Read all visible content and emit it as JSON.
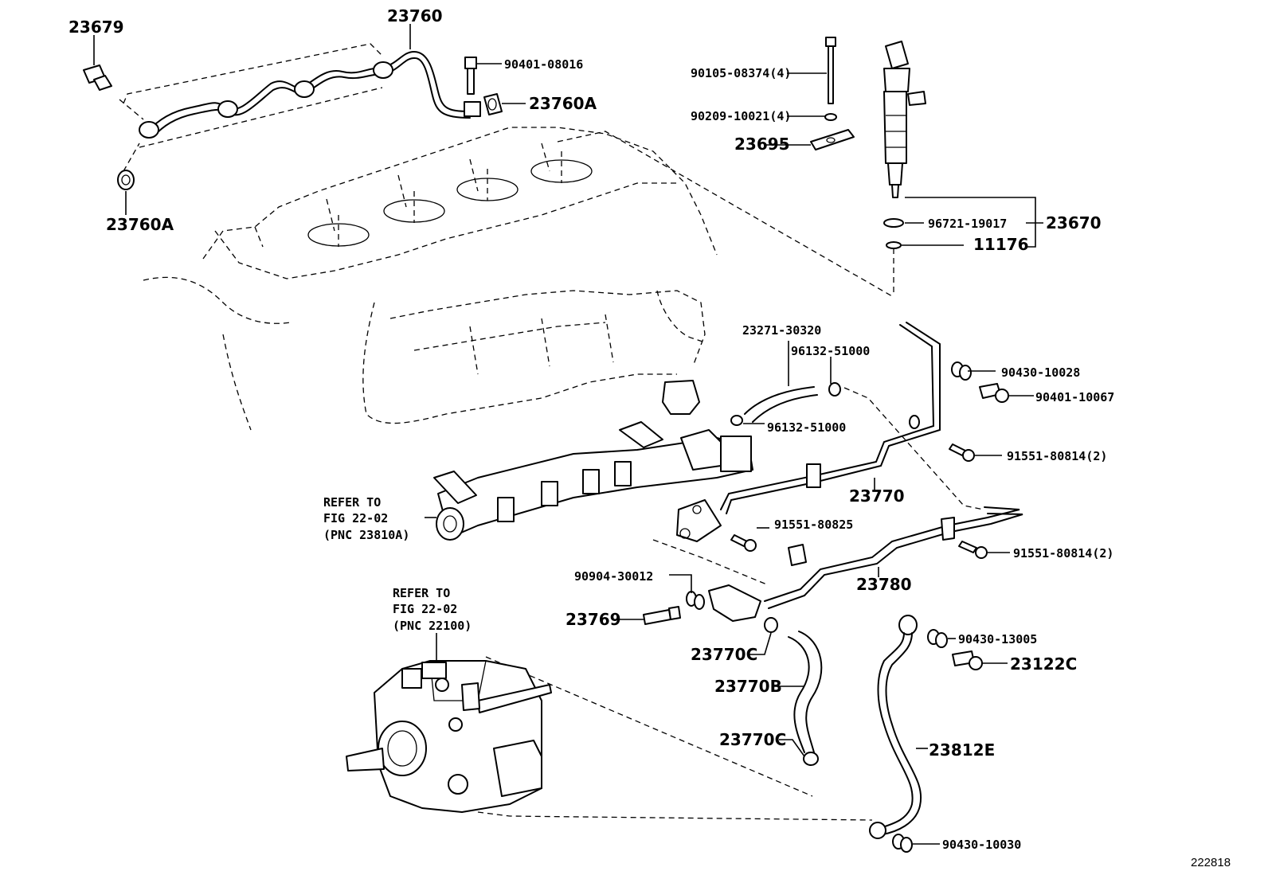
{
  "diagram_id": "222818",
  "labels": {
    "p23679": "23679",
    "p23760": "23760",
    "p23760A_top": "23760A",
    "p23760A_left": "23760A",
    "p90401_08016": "90401-08016",
    "p90105_08374": "90105-08374(4)",
    "p90209_10021": "90209-10021(4)",
    "p23695": "23695",
    "p96721_19017": "96721-19017",
    "p23670": "23670",
    "p11176": "11176",
    "p23271_30320": "23271-30320",
    "p96132_51000_a": "96132-51000",
    "p96132_51000_b": "96132-51000",
    "p90430_10028": "90430-10028",
    "p90401_10067": "90401-10067",
    "p91551_80814_a": "91551-80814(2)",
    "p91551_80814_b": "91551-80814(2)",
    "p23770": "23770",
    "p91551_80825": "91551-80825",
    "p23780": "23780",
    "p90904_30012": "90904-30012",
    "p23769": "23769",
    "p23770C_a": "23770C",
    "p23770B": "23770B",
    "p23770C_b": "23770C",
    "p90430_13005": "90430-13005",
    "p23122C": "23122C",
    "p23812E": "23812E",
    "p90430_10030": "90430-10030"
  },
  "references": {
    "rail": [
      "REFER TO",
      "FIG 22-02",
      "(PNC 23810A)"
    ],
    "pump": [
      "REFER TO",
      "FIG 22-02",
      "(PNC 22100)"
    ]
  }
}
